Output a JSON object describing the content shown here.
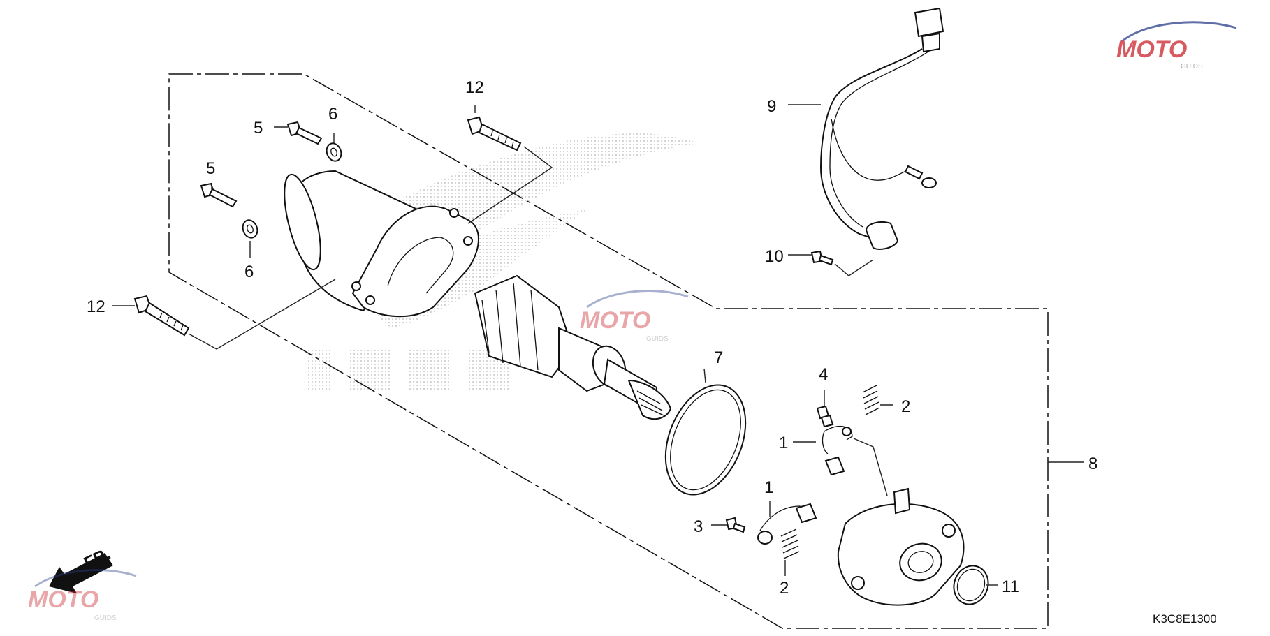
{
  "diagram": {
    "callouts": {
      "c1a": "1",
      "c1b": "1",
      "c2a": "2",
      "c2b": "2",
      "c3": "3",
      "c4": "4",
      "c5a": "5",
      "c5b": "5",
      "c6a": "6",
      "c6b": "6",
      "c7": "7",
      "c8": "8",
      "c9": "9",
      "c10": "10",
      "c11": "11",
      "c12a": "12",
      "c12b": "12"
    },
    "diagram_code": "K3C8E1300",
    "direction_label": "FR."
  },
  "colors": {
    "watermark_red": "#c9242b",
    "watermark_blue": "#2b3f8c",
    "watermark_grey": "#8a8a8a",
    "line": "#111111"
  },
  "icons": {
    "front_arrow": "arrow-front-icon",
    "watermark": "moto-guids-logo-icon",
    "brand_watermark": "wing-brand-watermark-icon"
  }
}
